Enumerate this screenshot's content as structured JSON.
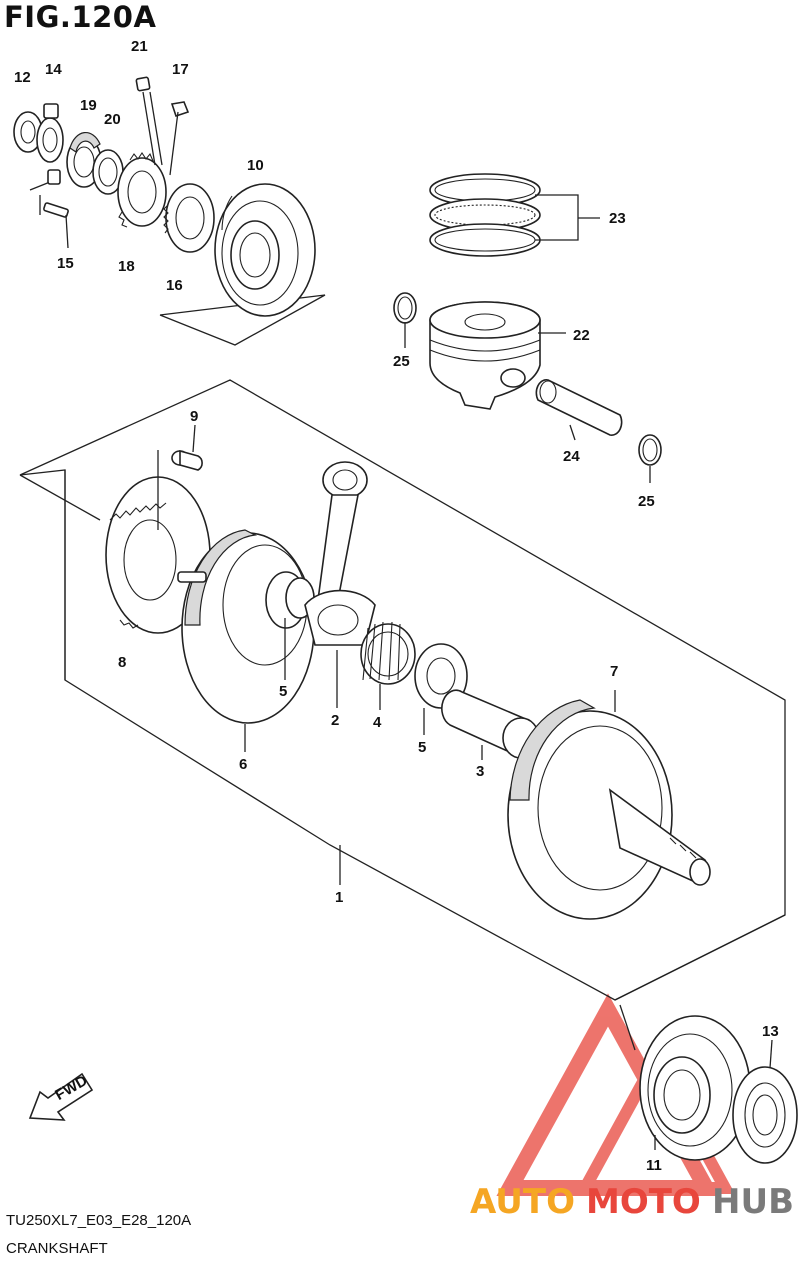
{
  "figure": {
    "title": "FIG.120A",
    "model_code": "TU250XL7_E03_E28_120A",
    "section": "CRANKSHAFT",
    "direction_label": "FWD"
  },
  "callouts": [
    {
      "id": "c1",
      "text": "1"
    },
    {
      "id": "c2",
      "text": "2"
    },
    {
      "id": "c3",
      "text": "3"
    },
    {
      "id": "c4",
      "text": "4"
    },
    {
      "id": "c5a",
      "text": "5"
    },
    {
      "id": "c5b",
      "text": "5"
    },
    {
      "id": "c6",
      "text": "6"
    },
    {
      "id": "c7",
      "text": "7"
    },
    {
      "id": "c8",
      "text": "8"
    },
    {
      "id": "c9",
      "text": "9"
    },
    {
      "id": "c10",
      "text": "10"
    },
    {
      "id": "c11",
      "text": "11"
    },
    {
      "id": "c12",
      "text": "12"
    },
    {
      "id": "c13",
      "text": "13"
    },
    {
      "id": "c14",
      "text": "14"
    },
    {
      "id": "c15",
      "text": "15"
    },
    {
      "id": "c16",
      "text": "16"
    },
    {
      "id": "c17",
      "text": "17"
    },
    {
      "id": "c18",
      "text": "18"
    },
    {
      "id": "c19",
      "text": "19"
    },
    {
      "id": "c20",
      "text": "20"
    },
    {
      "id": "c21",
      "text": "21"
    },
    {
      "id": "c22",
      "text": "22"
    },
    {
      "id": "c23",
      "text": "23"
    },
    {
      "id": "c24",
      "text": "24"
    },
    {
      "id": "c25a",
      "text": "25"
    },
    {
      "id": "c25b",
      "text": "25"
    }
  ],
  "watermark": {
    "part1": "AUTO",
    "part2": "MOTO",
    "part3": "HUB",
    "color1": "#f5a623",
    "color2": "#e8463c",
    "color3": "#7a7a7a"
  }
}
